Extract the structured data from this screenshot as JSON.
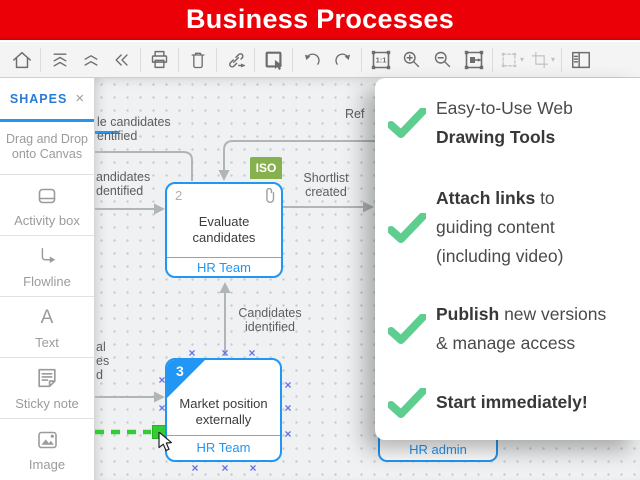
{
  "banner": {
    "title": "Business Processes"
  },
  "toolbar": {
    "actual_size_label": "1:1",
    "icons": [
      "home",
      "scroll-to-top",
      "scroll-up",
      "go-back",
      "print",
      "delete",
      "attach-link",
      "select-area",
      "undo",
      "redo",
      "actual-size",
      "zoom-in",
      "zoom-out",
      "zoom-to-fit",
      "snap-options",
      "crop-options",
      "panel-toggle"
    ]
  },
  "sidebar": {
    "title": "SHAPES",
    "close_glyph": "×",
    "hint": "Drag and Drop onto Canvas",
    "items": [
      {
        "label": "Activity box",
        "icon": "activity-box-icon"
      },
      {
        "label": "Flowline",
        "icon": "flowline-icon"
      },
      {
        "label": "Text",
        "icon": "text-icon",
        "glyph": "A"
      },
      {
        "label": "Sticky note",
        "icon": "sticky-note-icon"
      },
      {
        "label": "Image",
        "icon": "image-icon"
      }
    ]
  },
  "canvas": {
    "x_mark": "×",
    "labels": {
      "clipped_top": {
        "l1": "le candidates",
        "l2": "entified"
      },
      "clipped_mid": {
        "l1": "andidates",
        "l2": "dentified"
      },
      "candidates": {
        "l1": "Candidates",
        "l2": "identified"
      },
      "shortlist": {
        "l1": "Shortlist",
        "l2": "created"
      },
      "ref": "Ref",
      "clipped_left": {
        "l1": "al",
        "l2": "es",
        "l3": "d"
      }
    },
    "activity1": {
      "number": "2",
      "badge": "ISO",
      "title": "Evaluate candidates",
      "team": "HR Team"
    },
    "activity2": {
      "number": "3",
      "title": "Market position externally",
      "team": "HR Team"
    },
    "activity3": {
      "team": "HR admin"
    }
  },
  "overlay": {
    "f1l1": "Easy-to-Use Web",
    "f1l2": "Drawing Tools",
    "f2l1b": "Attach links",
    "f2l1": " to",
    "f2l2": "guiding content",
    "f2l3": "(including video)",
    "f3l1b": "Publish",
    "f3l1": " new versions",
    "f3l2": "& manage access",
    "f4l1b": "Start immediately!"
  },
  "colors": {
    "banner_red": "#ec0007",
    "accent_blue": "#2196f3",
    "shapes_blue": "#2b7bd4",
    "check_green": "#5ecd90",
    "iso_green": "#87b04f",
    "handle_green": "#33cc33",
    "mark_blue": "#6673e8"
  }
}
